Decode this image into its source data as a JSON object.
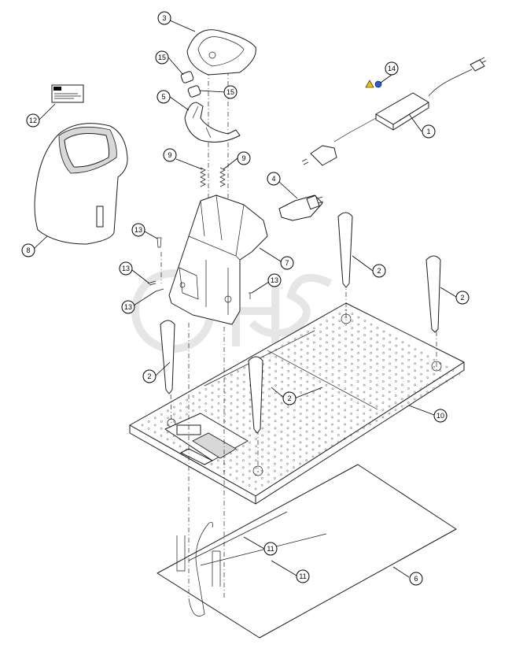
{
  "diagram": {
    "callouts": [
      {
        "id": "c3",
        "label": "3"
      },
      {
        "id": "c15a",
        "label": "15"
      },
      {
        "id": "c15b",
        "label": "15"
      },
      {
        "id": "c5a",
        "label": "5"
      },
      {
        "id": "c12",
        "label": "12"
      },
      {
        "id": "c14",
        "label": "14"
      },
      {
        "id": "c1",
        "label": "1"
      },
      {
        "id": "c9a",
        "label": "9"
      },
      {
        "id": "c9b",
        "label": "9"
      },
      {
        "id": "c4",
        "label": "4"
      },
      {
        "id": "c13a",
        "label": "13"
      },
      {
        "id": "c8",
        "label": "8"
      },
      {
        "id": "c7",
        "label": "7"
      },
      {
        "id": "c13b",
        "label": "13"
      },
      {
        "id": "c13c",
        "label": "13"
      },
      {
        "id": "c13d",
        "label": "13"
      },
      {
        "id": "c2a",
        "label": "2"
      },
      {
        "id": "c2b",
        "label": "2"
      },
      {
        "id": "c2c",
        "label": "2"
      },
      {
        "id": "c2d",
        "label": "2"
      },
      {
        "id": "c10",
        "label": "10"
      },
      {
        "id": "c11a",
        "label": "11"
      },
      {
        "id": "c11b",
        "label": "11"
      },
      {
        "id": "c6",
        "label": "6"
      }
    ],
    "colors": {
      "line": "#1a1a1a",
      "background": "#ffffff",
      "watermark": "#e6e6e6",
      "warning_icon": "#f2c200",
      "info_icon": "#2a5bd7"
    }
  }
}
